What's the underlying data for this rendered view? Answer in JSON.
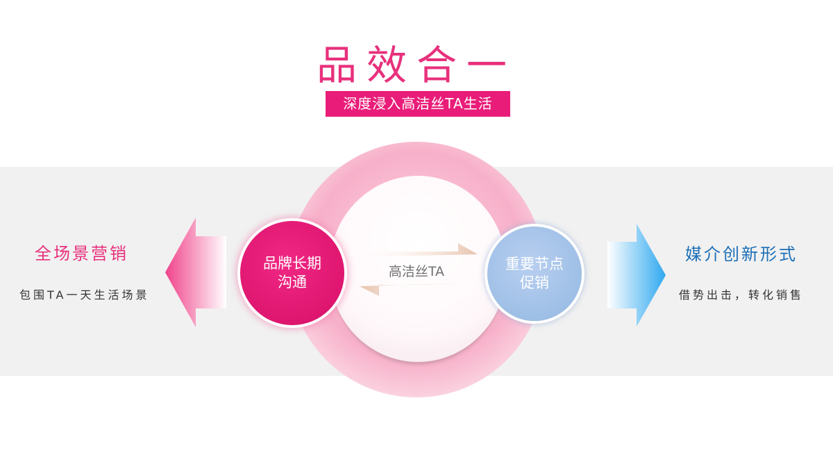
{
  "header": {
    "title": "品效合一",
    "subtitle": "深度浸入高洁丝TA生活"
  },
  "left": {
    "title": "全场景营销",
    "desc": "包围TA一天生活场景"
  },
  "right": {
    "title": "媒介创新形式",
    "desc": "借势出击，转化销售"
  },
  "center": {
    "label": "高洁丝TA",
    "left_node": [
      "品牌长期",
      "沟通"
    ],
    "right_node": [
      "重要节点",
      "促销"
    ]
  },
  "colors": {
    "brand_pink": "#e91d79",
    "accent_blue": "#1c6fb7",
    "node_blue": "#9ebfe6"
  }
}
